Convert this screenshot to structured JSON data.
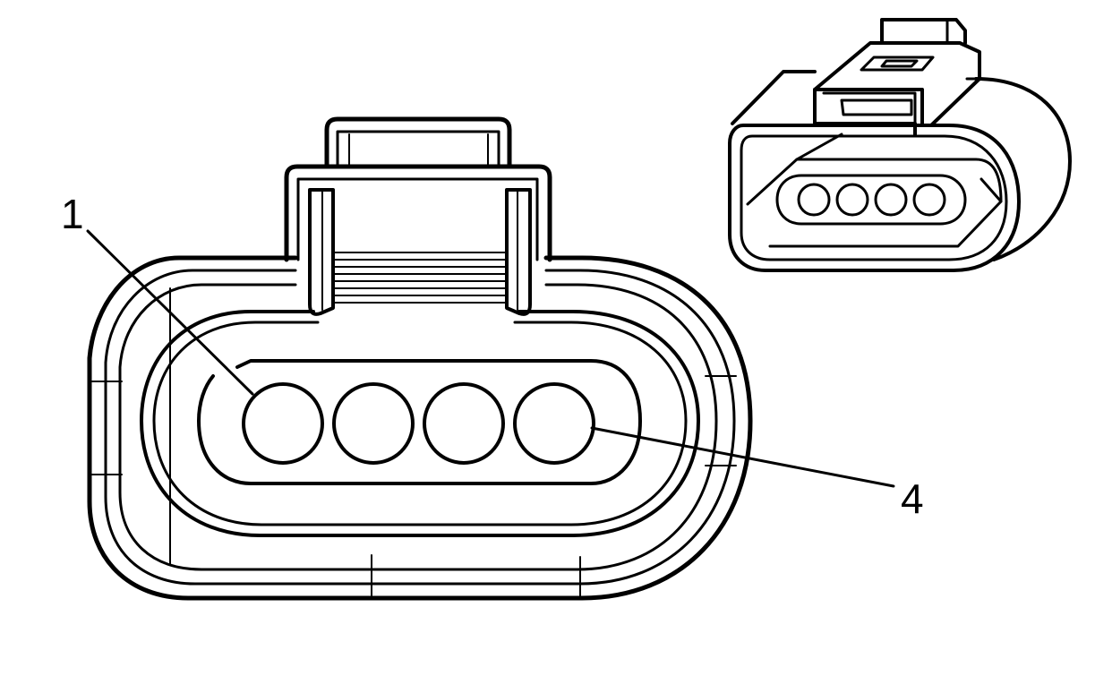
{
  "callouts": [
    {
      "id": "pin-1",
      "label": "1"
    },
    {
      "id": "pin-4",
      "label": "4"
    }
  ],
  "pin_count": 4,
  "colors": {
    "line": "#000000",
    "background": "#ffffff"
  }
}
